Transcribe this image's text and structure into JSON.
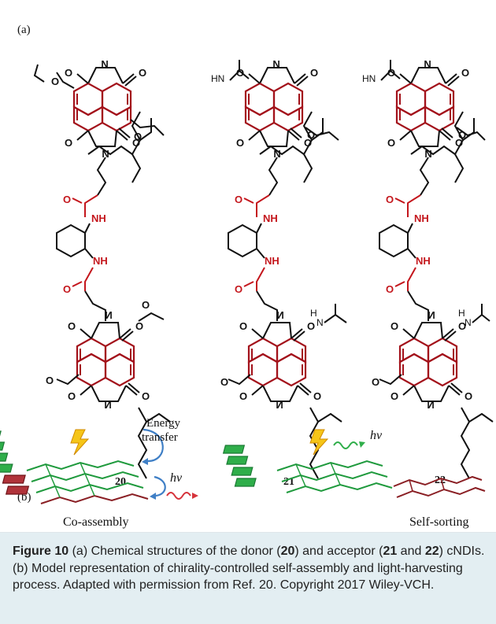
{
  "panels": {
    "a": {
      "label": "(a)"
    },
    "b": {
      "label": "(b)"
    }
  },
  "compounds": [
    {
      "id": "20",
      "label": "20"
    },
    {
      "id": "21",
      "label": "21"
    },
    {
      "id": "22",
      "label": "22"
    }
  ],
  "schematic": {
    "energy_transfer_line1": "Energy",
    "energy_transfer_line2": "transfer",
    "hv": "hν",
    "coassembly": "Co-assembly",
    "selfsorting": "Self-sorting"
  },
  "caption": {
    "figure_label": "Figure 10",
    "t1": " (a) Chemical structures of the donor (",
    "n20": "20",
    "t2": ") and acceptor (",
    "n21": "21",
    "t3": " and ",
    "n22": "22",
    "t4": ") cNDIs. (b) Model representation of chirality-controlled self-assembly and light-harvesting process. Adapted with permission from Ref. 20. Copyright 2017 Wiley-VCH."
  },
  "colors": {
    "core": "#a3121b",
    "green": "#1f9a3d",
    "maroon": "#8a1f24",
    "caption_bg": "#e3eef2"
  }
}
